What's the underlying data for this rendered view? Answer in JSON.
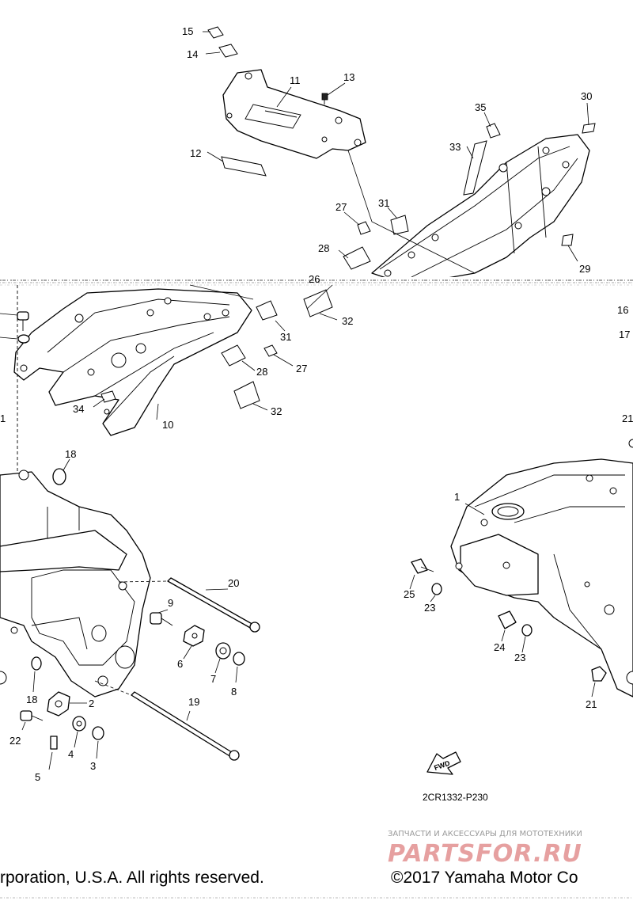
{
  "diagram": {
    "callouts": [
      {
        "label": "15"
      },
      {
        "label": "14"
      },
      {
        "label": "11"
      },
      {
        "label": "13"
      },
      {
        "label": "12"
      },
      {
        "label": "35"
      },
      {
        "label": "30"
      },
      {
        "label": "33"
      },
      {
        "label": "27"
      },
      {
        "label": "31"
      },
      {
        "label": "28"
      },
      {
        "label": "29"
      },
      {
        "label": "26"
      },
      {
        "label": "32"
      },
      {
        "label": "16"
      },
      {
        "label": "17"
      },
      {
        "label": "31"
      },
      {
        "label": "28"
      },
      {
        "label": "27"
      },
      {
        "label": "32"
      },
      {
        "label": "34"
      },
      {
        "label": "10"
      },
      {
        "label": "1"
      },
      {
        "label": "18"
      },
      {
        "label": "21"
      },
      {
        "label": "1"
      },
      {
        "label": "20"
      },
      {
        "label": "9"
      },
      {
        "label": "25"
      },
      {
        "label": "23"
      },
      {
        "label": "6"
      },
      {
        "label": "7"
      },
      {
        "label": "8"
      },
      {
        "label": "24"
      },
      {
        "label": "23"
      },
      {
        "label": "18"
      },
      {
        "label": "2"
      },
      {
        "label": "19"
      },
      {
        "label": "21"
      },
      {
        "label": "22"
      },
      {
        "label": "4"
      },
      {
        "label": "3"
      },
      {
        "label": "5"
      }
    ],
    "fwd_label": "FWD",
    "diagram_code": "2CR1332-P230"
  },
  "watermark": {
    "subtitle": "ЗАПЧАСТИ И АКСЕССУАРЫ ДЛЯ МОТОТЕХНИКИ",
    "logo": "PARTSFOR.RU"
  },
  "footer": {
    "left_text": "rporation, U.S.A. All rights reserved.",
    "right_text": "©2017 Yamaha Motor Co"
  }
}
